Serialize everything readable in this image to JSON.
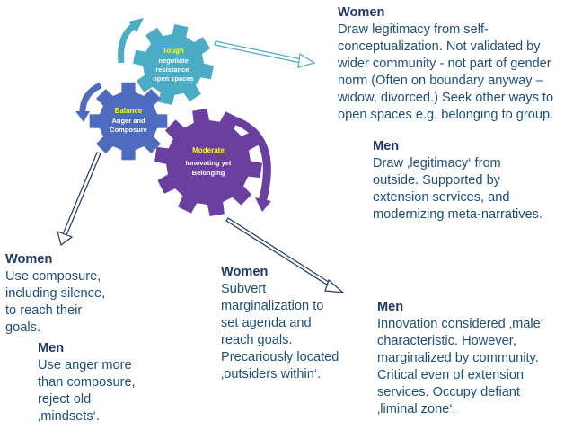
{
  "gears": {
    "tough": {
      "heading": "Tough",
      "line1": "negotiate",
      "line2": "resistance,",
      "line3": "open spaces",
      "color": "#4bacc6",
      "heading_color": "#ffff00"
    },
    "balance": {
      "heading": "Balance",
      "line1": "Anger and",
      "line2": "Composure",
      "color": "#4f6bbf",
      "heading_color": "#ffff00"
    },
    "moderate": {
      "heading": "Moderate",
      "line1": "Innovating  yet",
      "line2": "Belonging",
      "color": "#6b3fa0",
      "heading_color": "#ffff00"
    }
  },
  "texts": {
    "women_top": {
      "title": "Women",
      "body": "Draw legitimacy from self-\nconceptualization. Not validated by\nwider community - not part of gender\nnorm (Often on boundary anyway –\nwidow, divorced.) Seek other ways to\nopen spaces e.g. belonging to group."
    },
    "men_top": {
      "title": "Men",
      "body": "Draw ‚legitimacy‘ from\noutside. Supported by\nextension services, and\nmodernizing meta-narratives."
    },
    "women_left": {
      "title": "Women",
      "body": "Use composure,\nincluding silence,\nto reach their\ngoals."
    },
    "men_left": {
      "title": "Men",
      "body": "Use anger more\nthan composure,\nreject old\n‚mindsets‘."
    },
    "women_mid": {
      "title": "Women",
      "body": "Subvert\nmarginalization to\nset agenda and\nreach goals.\nPrecariously located\n‚outsiders within‘."
    },
    "men_right": {
      "title": "Men",
      "body": "Innovation considered ‚male‘\ncharacteristic. However,\nmarginalized by community.\nCritical even of extension\nservices. Occupy defiant\n‚liminal zone‘."
    }
  },
  "colors": {
    "text": "#1f4e79",
    "title": "#1f3864",
    "arrow_outline": "#1f3864",
    "arrow_teal": "#4bacc6",
    "arrow_blue": "#4f6bbf",
    "arrow_purple": "#6b3fa0"
  }
}
